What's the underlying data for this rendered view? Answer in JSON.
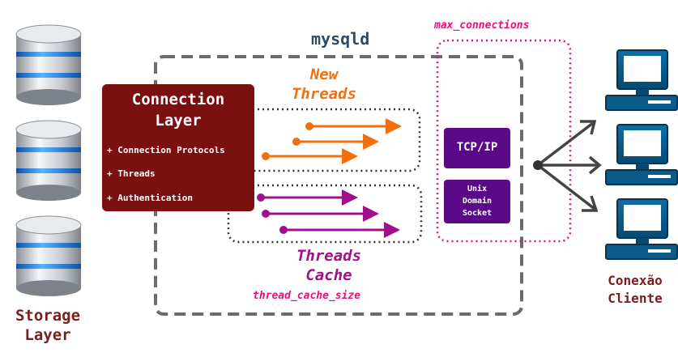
{
  "storage_label_lines": [
    "Storage",
    "Layer"
  ],
  "mysqld_label": "mysqld",
  "max_connections_label": "max_connections",
  "connection_layer": {
    "title_lines": [
      "Connection",
      "Layer"
    ],
    "items": [
      "+ Connection Protocols",
      "+ Threads",
      "+ Authentication"
    ]
  },
  "new_threads_lines": [
    "New",
    "Threads"
  ],
  "threads_cache_lines": [
    "Threads",
    "Cache"
  ],
  "thread_cache_size_label": "thread_cache_size",
  "tcp_ip_label": "TCP/IP",
  "unix_socket_lines": [
    "Unix",
    "Domain",
    "Socket"
  ],
  "client_label_lines": [
    "Conexão",
    "Cliente"
  ],
  "icons": {
    "storage": "database-icon",
    "client": "computer-icon",
    "arrow": "arrow-icon"
  },
  "colors": {
    "dark_red": "#7a1010",
    "orange": "#f07010",
    "purple": "#a0108a",
    "pink": "#e8107a",
    "box_purple": "#5b0a87",
    "client_blue": "#0a5b8a"
  }
}
